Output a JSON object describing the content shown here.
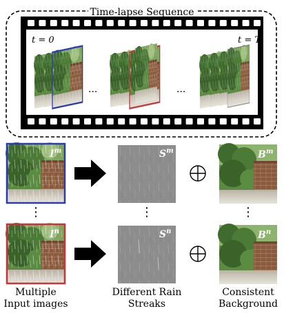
{
  "sequence": {
    "title": "Time-lapse Sequence",
    "start_label": "t = 0",
    "end_label": "t = T",
    "gap_dots": [
      "...",
      "..."
    ],
    "frame_border_colors": {
      "first": "#2b3bb3",
      "middle": "#c8343a",
      "last": "#777777"
    }
  },
  "rows": [
    {
      "input_label": "I",
      "input_sup": "m",
      "input_border": "#2b3bb3",
      "streak_label": "S",
      "streak_sup": "m",
      "background_label": "B",
      "background_sup": "m"
    },
    {
      "input_label": "I",
      "input_sup": "n",
      "input_border": "#c8343a",
      "streak_label": "S",
      "streak_sup": "n",
      "background_label": "B",
      "background_sup": "n"
    }
  ],
  "ellipsis": "⋮",
  "operator": "⊕",
  "captions": {
    "input": [
      "Multiple",
      "Input images"
    ],
    "streaks": [
      "Different Rain",
      "Streaks"
    ],
    "background": [
      "Consistent",
      "Background"
    ]
  },
  "icons": [
    "plus-circle-icon",
    "arrow-right-icon",
    "film-strip-icon"
  ]
}
